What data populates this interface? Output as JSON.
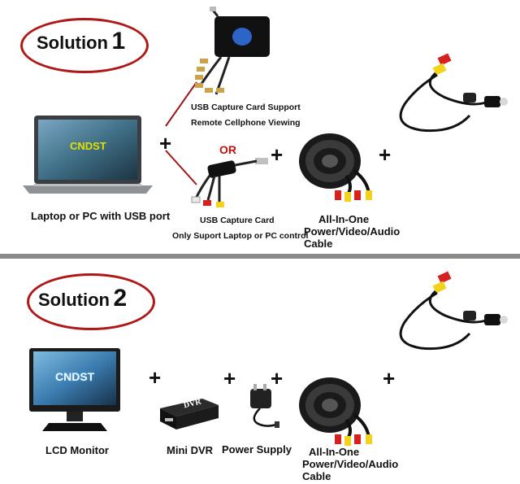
{
  "solution1": {
    "word": "Solution",
    "number": "1"
  },
  "solution2": {
    "word": "Solution",
    "number": "2"
  },
  "plus": "+",
  "or": "OR",
  "brand": "CNDST",
  "labels": {
    "laptop": "Laptop or PC with USB port",
    "capture_support_1": "USB Capture Card Support",
    "capture_support_2": "Remote Cellphone Viewing",
    "capture_card_1": "USB Capture Card",
    "capture_card_2": "Only Suport  Laptop or PC control",
    "cable_1": "All-In-One",
    "cable_2": "Power/Video/Audio",
    "cable_3": "Cable",
    "lcd": "LCD Monitor",
    "dvr": "Mini DVR",
    "power": "Power Supply",
    "dvr_box_text": "DVR"
  },
  "colors": {
    "oval": "#b01818",
    "or": "#c01010",
    "divider": "#8a8a8a"
  }
}
